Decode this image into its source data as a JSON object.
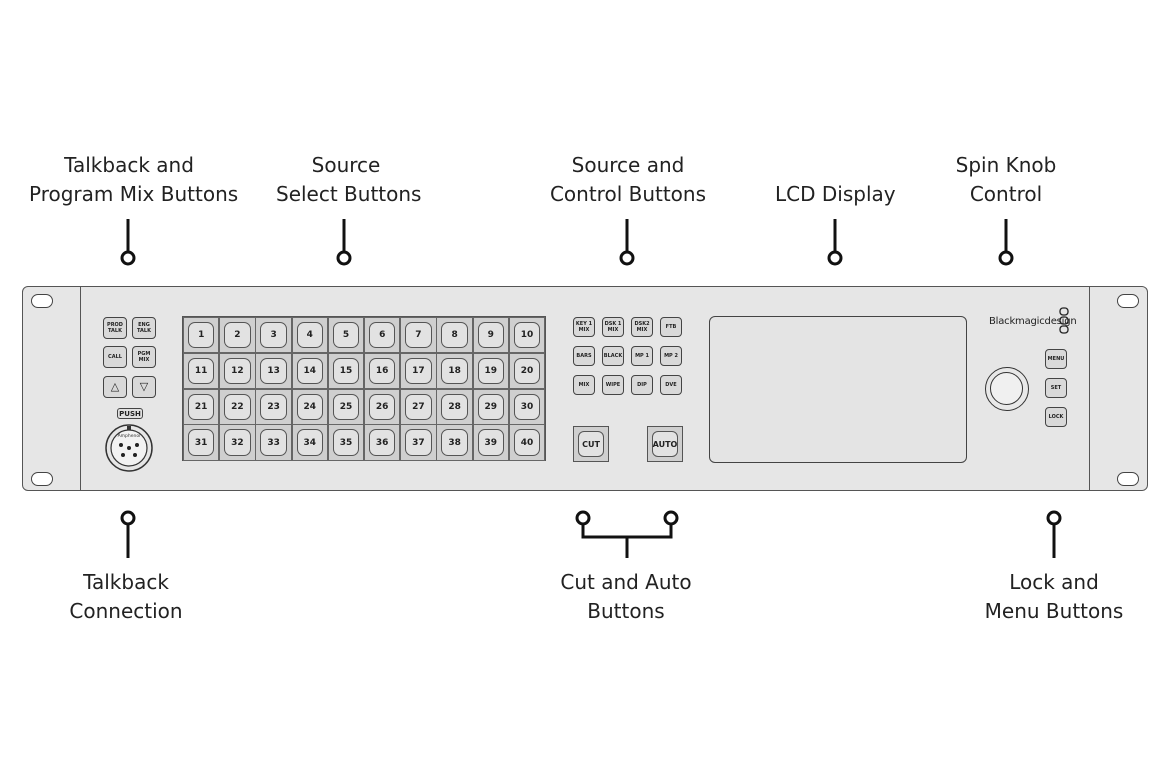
{
  "callouts": {
    "talkback_program": {
      "line1": "Talkback and",
      "line2": "Program Mix Buttons"
    },
    "source_select": {
      "line1": "Source",
      "line2": "Select Buttons"
    },
    "source_control": {
      "line1": "Source and",
      "line2": "Control  Buttons"
    },
    "lcd": {
      "line1": "LCD Display"
    },
    "spin_knob": {
      "line1": "Spin Knob",
      "line2": "Control"
    },
    "talkback_connection": {
      "line1": "Talkback",
      "line2": "Connection"
    },
    "cut_auto": {
      "line1": "Cut and Auto",
      "line2": "Buttons"
    },
    "lock_menu": {
      "line1": "Lock and",
      "line2": "Menu Buttons"
    }
  },
  "panel": {
    "talkback_buttons": [
      {
        "line1": "PROD",
        "line2": "TALK"
      },
      {
        "line1": "ENG",
        "line2": "TALK"
      },
      {
        "line1": "CALL",
        "line2": ""
      },
      {
        "line1": "PGM",
        "line2": "MIX"
      }
    ],
    "arrow_up": "△",
    "arrow_down": "▽",
    "push_label": "PUSH",
    "connector_brand": "Amphenol",
    "source_buttons": [
      "1",
      "2",
      "3",
      "4",
      "5",
      "6",
      "7",
      "8",
      "9",
      "10",
      "11",
      "12",
      "13",
      "14",
      "15",
      "16",
      "17",
      "18",
      "19",
      "20",
      "21",
      "22",
      "23",
      "24",
      "25",
      "26",
      "27",
      "28",
      "29",
      "30",
      "31",
      "32",
      "33",
      "34",
      "35",
      "36",
      "37",
      "38",
      "39",
      "40"
    ],
    "control_buttons": [
      {
        "line1": "KEY 1",
        "line2": "MIX"
      },
      {
        "line1": "DSK 1",
        "line2": "MIX"
      },
      {
        "line1": "DSK2",
        "line2": "MIX"
      },
      {
        "line1": "FTB",
        "line2": ""
      },
      {
        "line1": "BARS",
        "line2": ""
      },
      {
        "line1": "BLACK",
        "line2": ""
      },
      {
        "line1": "MP 1",
        "line2": ""
      },
      {
        "line1": "MP 2",
        "line2": ""
      },
      {
        "line1": "MIX",
        "line2": ""
      },
      {
        "line1": "WIPE",
        "line2": ""
      },
      {
        "line1": "DIP",
        "line2": ""
      },
      {
        "line1": "DVE",
        "line2": ""
      }
    ],
    "cut_label": "CUT",
    "auto_label": "AUTO",
    "brand": "Blackmagicdesign",
    "menu_buttons": [
      "MENU",
      "SET",
      "LOCK"
    ]
  }
}
